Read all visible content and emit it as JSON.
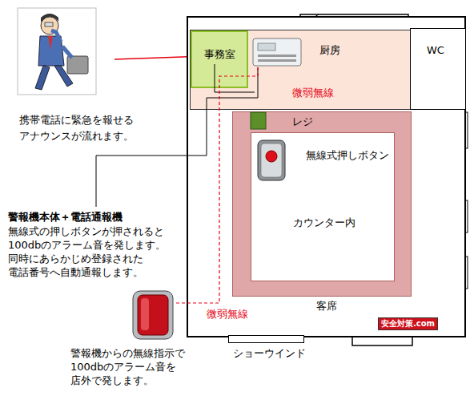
{
  "diagram": {
    "nodes": [
      {
        "text": [
          "客席"
        ]
      },
      {
        "text": [
          "厨房",
          "微弱無線"
        ],
        "in": 0
      },
      {
        "text": [
          "事務室"
        ],
        "in": 1
      },
      {
        "text": [
          "WC"
        ],
        "in": 0
      },
      {
        "text": [
          "レジ"
        ],
        "in": 0
      },
      {
        "text": [
          "無線式押しボタン",
          "カウンター内"
        ],
        "in": 4
      },
      {
        "text": [
          "ショーウインド"
        ]
      }
    ],
    "labels": [
      "携帯電話に緊急を報せる アナウンスが流れます。",
      "警報機本体＋電話通報機",
      "無線式の押しボタンが押されると 100dbのアラーム音を発します。 同時にあらかじめ登録された 電話番号へ自動通報します。",
      "微弱無線",
      "警報機からの無線指示で 100dbのアラーム音を 店外で発します。",
      "安全対策.com"
    ]
  }
}
